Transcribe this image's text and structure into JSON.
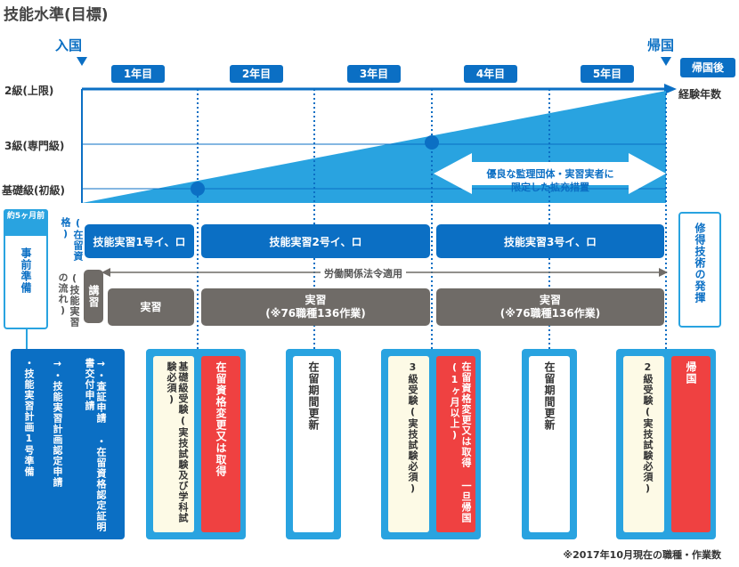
{
  "title": "技能水準(目標)",
  "entry": "入国",
  "exit": "帰国",
  "after_return": "帰国後",
  "experience_years": "経験年数",
  "levels": [
    "2級(上限)",
    "3級(専門級)",
    "基礎級(初級)"
  ],
  "years": [
    "1年目",
    "2年目",
    "3年目",
    "4年目",
    "5年目"
  ],
  "expansion_note_line1": "優良な監理団体・実習実者に",
  "expansion_note_line2": "限定した拡充措置",
  "residence_label": "(在留資格)",
  "flow_label": "(技能実習の流れ)",
  "pre_months": "約5ヶ月前",
  "pre_prep": "事前準備",
  "status_bars": [
    "技能実習1号イ、ロ",
    "技能実習2号イ、ロ",
    "技能実習3号イ、ロ"
  ],
  "labor_law": "労働関係法令適用",
  "lecture": "講習",
  "practice": "実習",
  "practice2_line1": "実習",
  "practice2_line2": "(※76職種136作業)",
  "practice3_line1": "実習",
  "practice3_line2": "(※76職種136作業)",
  "skill_use": "修得技術の発揮",
  "pre_steps": [
    "・技能実習計画1号準備",
    "→・技能実習計画認定申請",
    "→・査証申請 ・在留資格認定証明書交付申請"
  ],
  "basic_exam": "基礎級受験(実技試験及び学科試験必須)",
  "status_change1": "在留資格変更又は取得",
  "renewal1": "在留期間更新",
  "exam3": "3級受験(実技試験必須)",
  "status_change2": "在留資格変更又は取得 一旦帰国(1ヶ月以上)",
  "renewal2": "在留期間更新",
  "exam2": "2級受験(実技試験必須)",
  "return_home": "帰国",
  "footnote": "※2017年10月現在の職種・作業数",
  "colors": {
    "blue": "#0b6fc4",
    "light_blue": "#29a3e0",
    "gray": "#6f6b67",
    "red": "#ef4141",
    "cream": "#fdfae6"
  }
}
